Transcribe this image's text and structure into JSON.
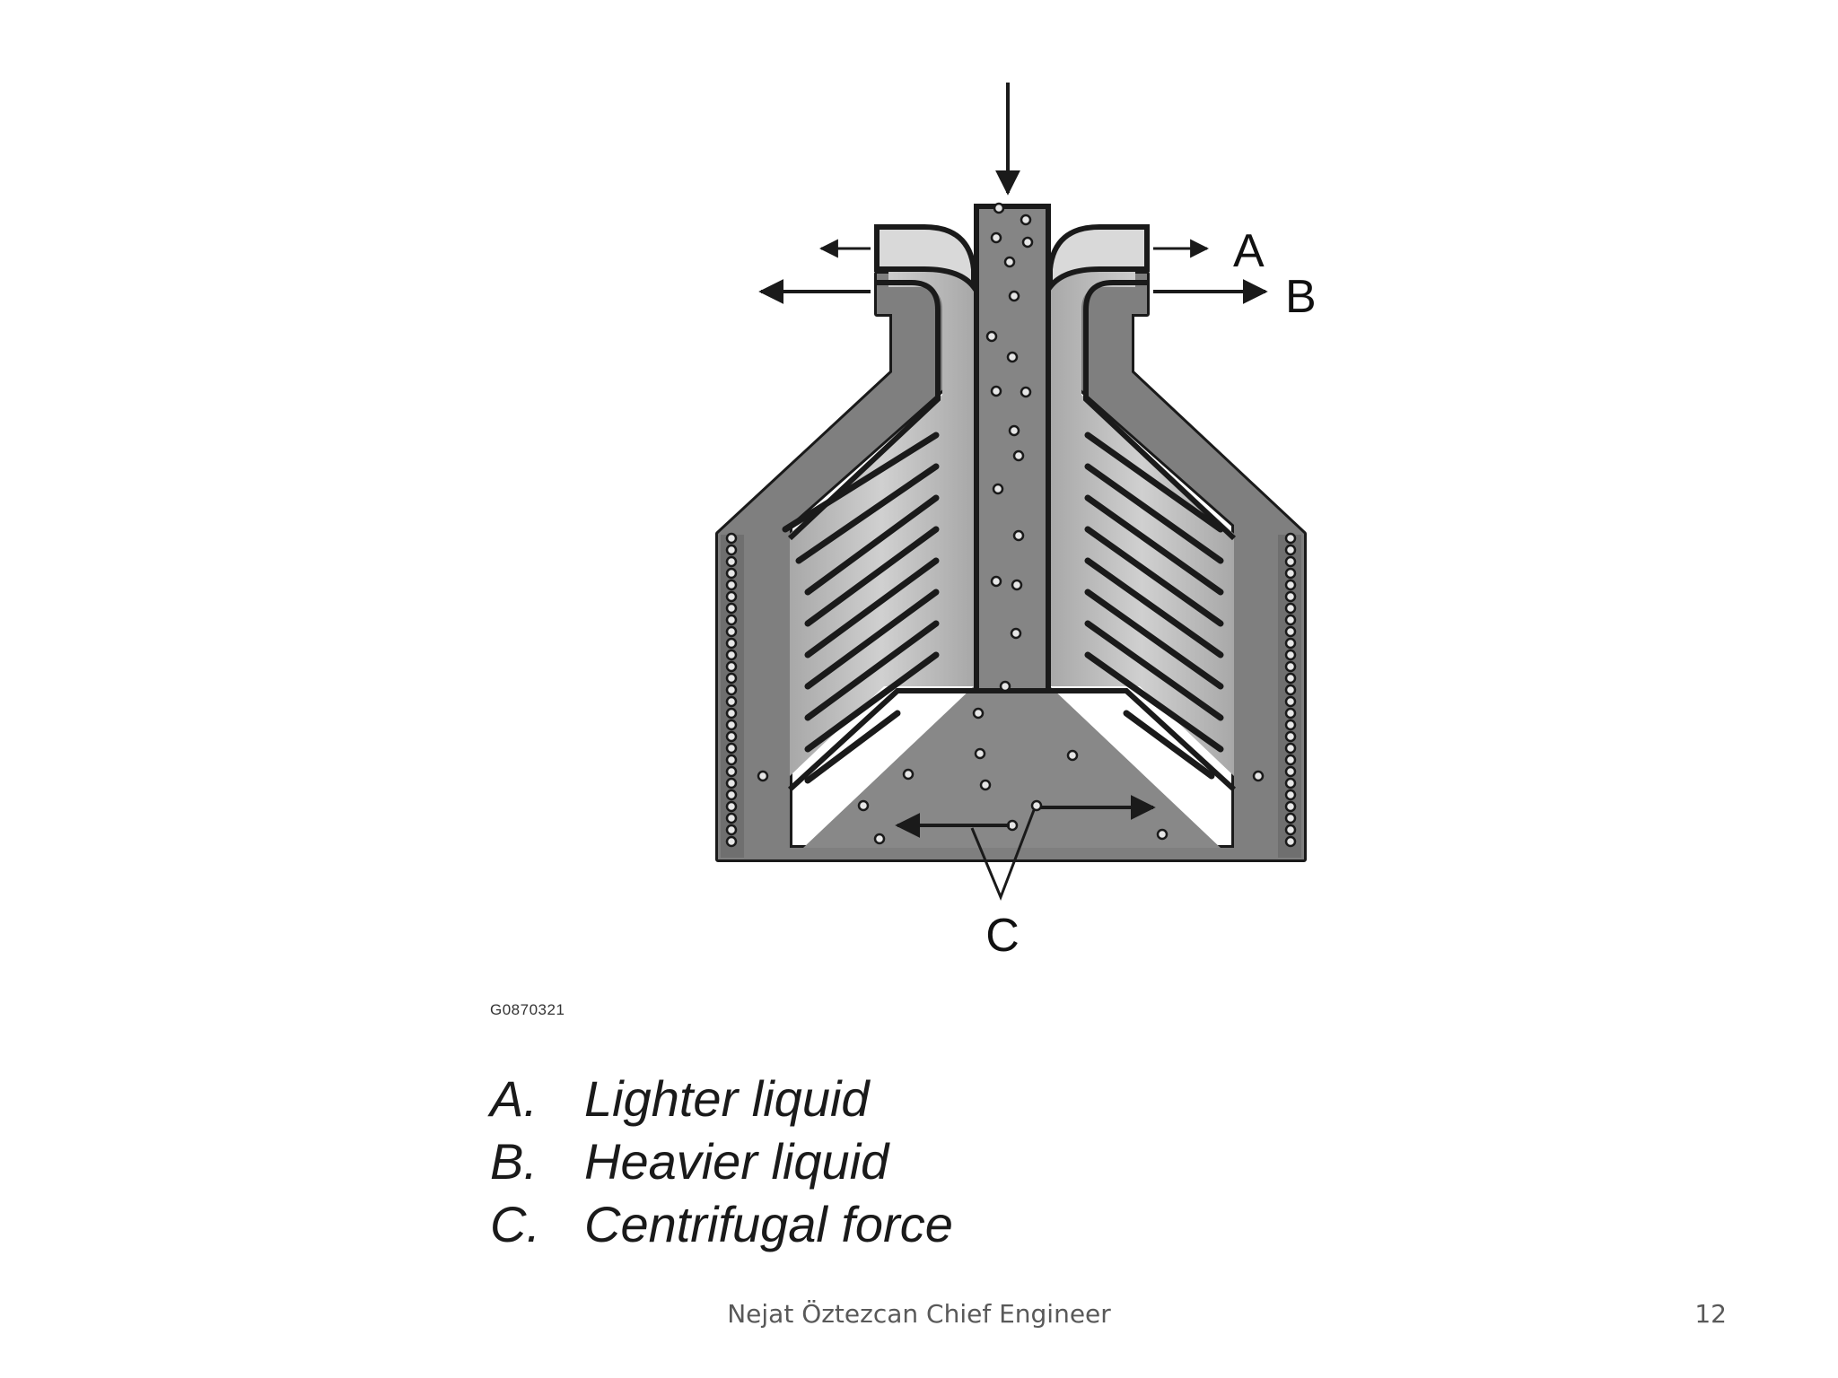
{
  "labels": {
    "a": "A",
    "b": "B",
    "c": "C"
  },
  "figure_code": "G0870321",
  "legend": [
    {
      "key": "A.",
      "text": "Lighter liquid"
    },
    {
      "key": "B.",
      "text": "Heavier liquid"
    },
    {
      "key": "C.",
      "text": "Centrifugal force"
    }
  ],
  "footer": {
    "text": "Nejat Öztezcan Chief Engineer",
    "page_number": "12"
  },
  "colors": {
    "outer_body": "#7c7c7c",
    "inner_zone": "#c2c2c2",
    "feed_tube": "#858585",
    "outline": "#1a1a1a",
    "particle": "#e6e6e6"
  }
}
